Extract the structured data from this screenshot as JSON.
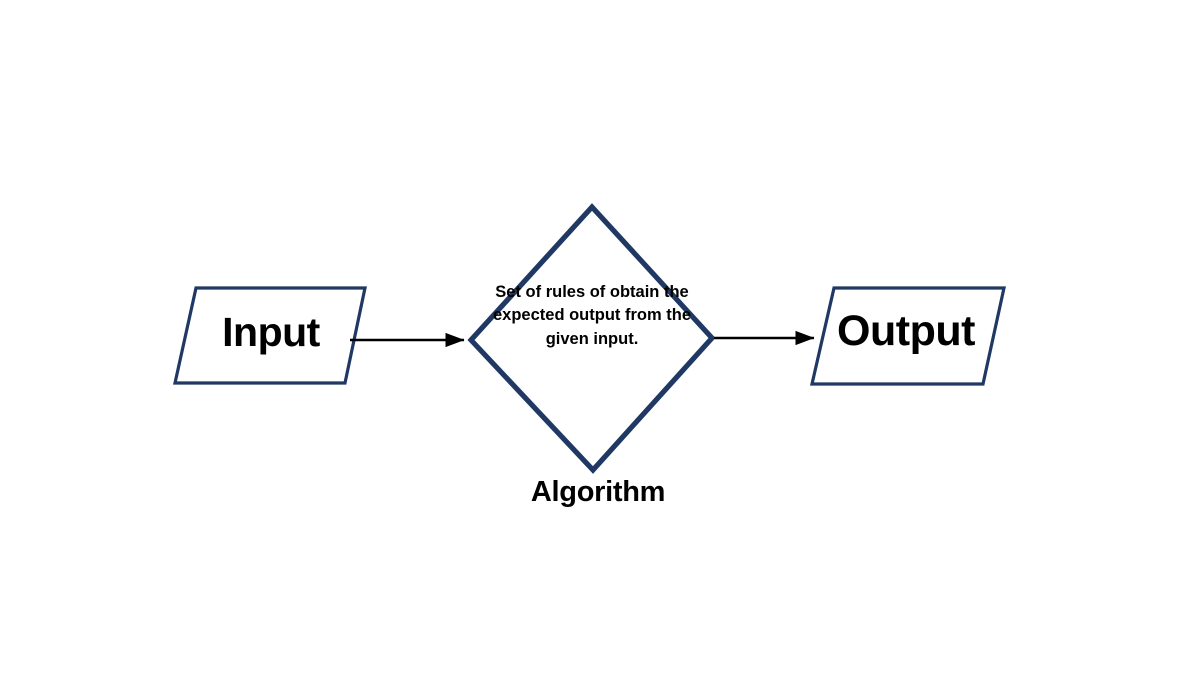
{
  "diagram": {
    "title": "Algorithm input-process-output flow diagram",
    "background_color": "#FFFFFF",
    "shape_stroke_color": "#1F3864",
    "connector_color": "#000000",
    "text_color": "#000000",
    "nodes": {
      "input": {
        "label": "Input",
        "shape": "parallelogram",
        "role": "input-data"
      },
      "process": {
        "shape": "diamond",
        "role": "algorithm-process",
        "text": "Set of rules of obtain the expected output from the given input.",
        "text_lines": [
          "Set of rules of",
          "obtain the expected",
          "output from the",
          "given input."
        ],
        "caption": "Algorithm"
      },
      "output": {
        "label": "Output",
        "shape": "parallelogram",
        "role": "output-data"
      }
    },
    "connectors": [
      {
        "name": "input-to-algorithm",
        "from": "input",
        "to": "process",
        "style": "solid-arrow"
      },
      {
        "name": "algorithm-to-output",
        "from": "process",
        "to": "output",
        "style": "solid-arrow"
      }
    ]
  }
}
